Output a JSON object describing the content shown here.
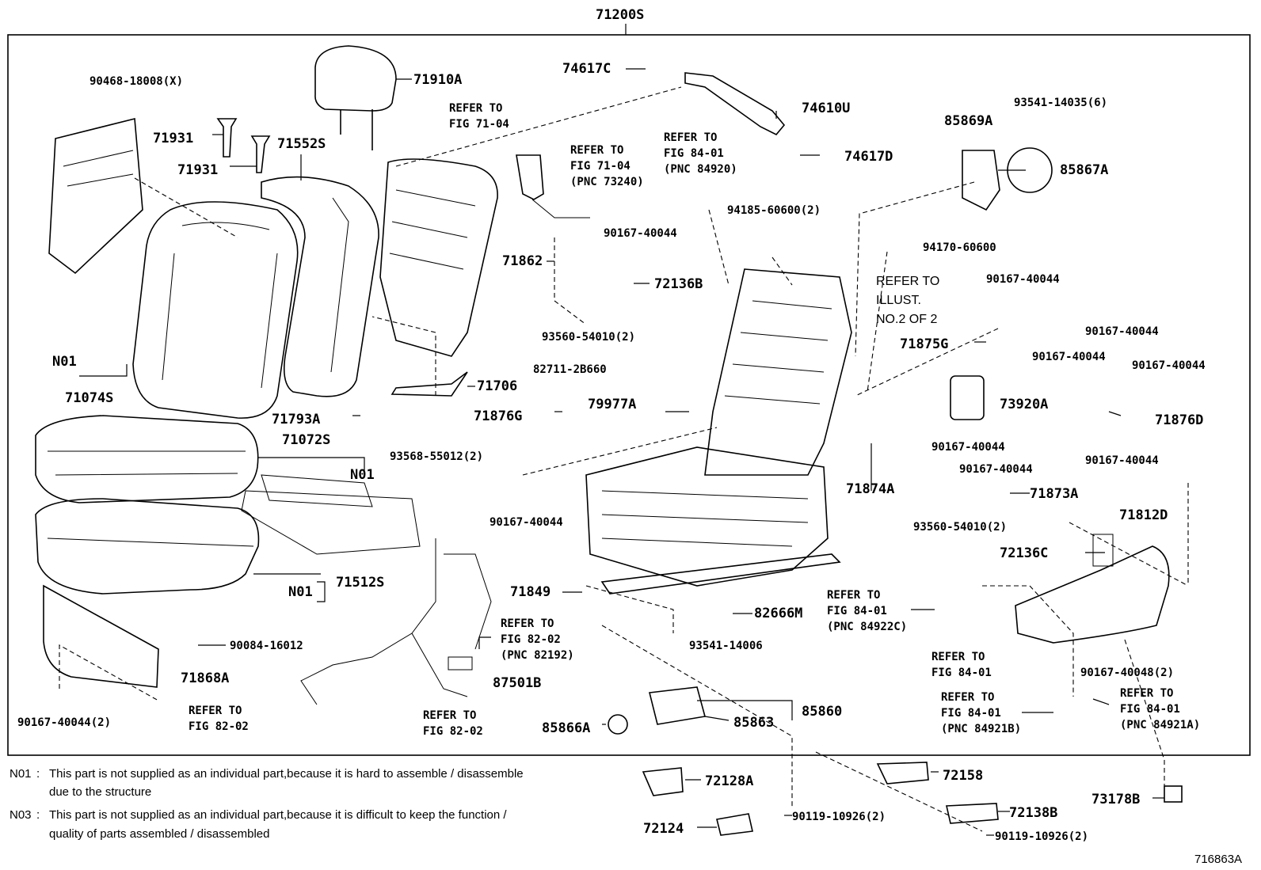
{
  "top_label": "71200S",
  "diagram_id": "716863A",
  "callouts": {
    "p90468": "90468-18008(X)",
    "p71910A": "71910A",
    "p71931a": "71931",
    "p71931b": "71931",
    "p71552S": "71552S",
    "p74617C": "74617C",
    "p74610U": "74610U",
    "p74617D": "74617D",
    "p93541_14035": "93541-14035(6)",
    "p85869A": "85869A",
    "p85867A": "85867A",
    "p94185": "94185-60600(2)",
    "p94170": "94170-60600",
    "p90167_a": "90167-40044",
    "p71862": "71862",
    "p72136B": "72136B",
    "p93560_a": "93560-54010(2)",
    "p90167_b": "90167-40044",
    "p90167_c": "90167-40044",
    "p71875G": "71875G",
    "p90167_d": "90167-40044",
    "p90167_e": "90167-40044",
    "p82711": "82711-2B660",
    "p71706": "71706",
    "p79977A": "79977A",
    "p73920A": "73920A",
    "p71876D": "71876D",
    "p71793A": "71793A",
    "p71876G": "71876G",
    "p93568": "93568-55012(2)",
    "pN01a": "N01",
    "p71074S": "71074S",
    "p71072S": "71072S",
    "pN01b": "N01",
    "p90167_f": "90167-40044",
    "p71874A": "71874A",
    "p90167_g": "90167-40044",
    "p90167_h": "90167-40044",
    "p71873A": "71873A",
    "p90167_i": "90167-40044",
    "p93560_b": "93560-54010(2)",
    "p71812D": "71812D",
    "p72136C": "72136C",
    "pN01c": "N01",
    "p71512S": "71512S",
    "p71849": "71849",
    "p82666M": "82666M",
    "p90084": "90084-16012",
    "p71868A": "71868A",
    "p93541_14006": "93541-14006",
    "p87501B": "87501B",
    "p85860": "85860",
    "p85863": "85863",
    "p85866A": "85866A",
    "p90167_j": "90167-40044(2)",
    "p90167_k": "90167-40048(2)",
    "p72128A": "72128A",
    "p72158": "72158",
    "p72138B": "72138B",
    "p72124": "72124",
    "p73178B": "73178B",
    "p90119_a": "90119-10926(2)",
    "p90119_b": "90119-10926(2)"
  },
  "references": {
    "r1": [
      "REFER TO",
      "FIG 71-04"
    ],
    "r2": [
      "REFER TO",
      "FIG 71-04",
      "(PNC 73240)"
    ],
    "r3": [
      "REFER TO",
      "FIG 84-01",
      "(PNC 84920)"
    ],
    "r4": [
      "REFER TO",
      "FIG 82-02",
      "(PNC 82192)"
    ],
    "r5": [
      "REFER TO",
      "FIG 82-02"
    ],
    "r6": [
      "REFER TO",
      "FIG 82-02"
    ],
    "r7": [
      "REFER TO",
      "FIG 84-01",
      "(PNC 84922C)"
    ],
    "r8": [
      "REFER TO",
      "FIG 84-01"
    ],
    "r9": [
      "REFER TO",
      "FIG 84-01",
      "(PNC 84921B)"
    ],
    "r10": [
      "REFER TO",
      "FIG 84-01",
      "(PNC 84921A)"
    ]
  },
  "illust_ref": [
    "REFER TO",
    "ILLUST.",
    "NO.2  OF  2"
  ],
  "notes": [
    {
      "code": "N01",
      "line1": "This part is not supplied as an individual part,because it is hard to assemble / disassemble",
      "line2": "due to the structure"
    },
    {
      "code": "N03",
      "line1": "This part is not supplied as an individual part,because it is difficult to keep the function /",
      "line2": "quality of parts assembled / disassembled"
    }
  ]
}
